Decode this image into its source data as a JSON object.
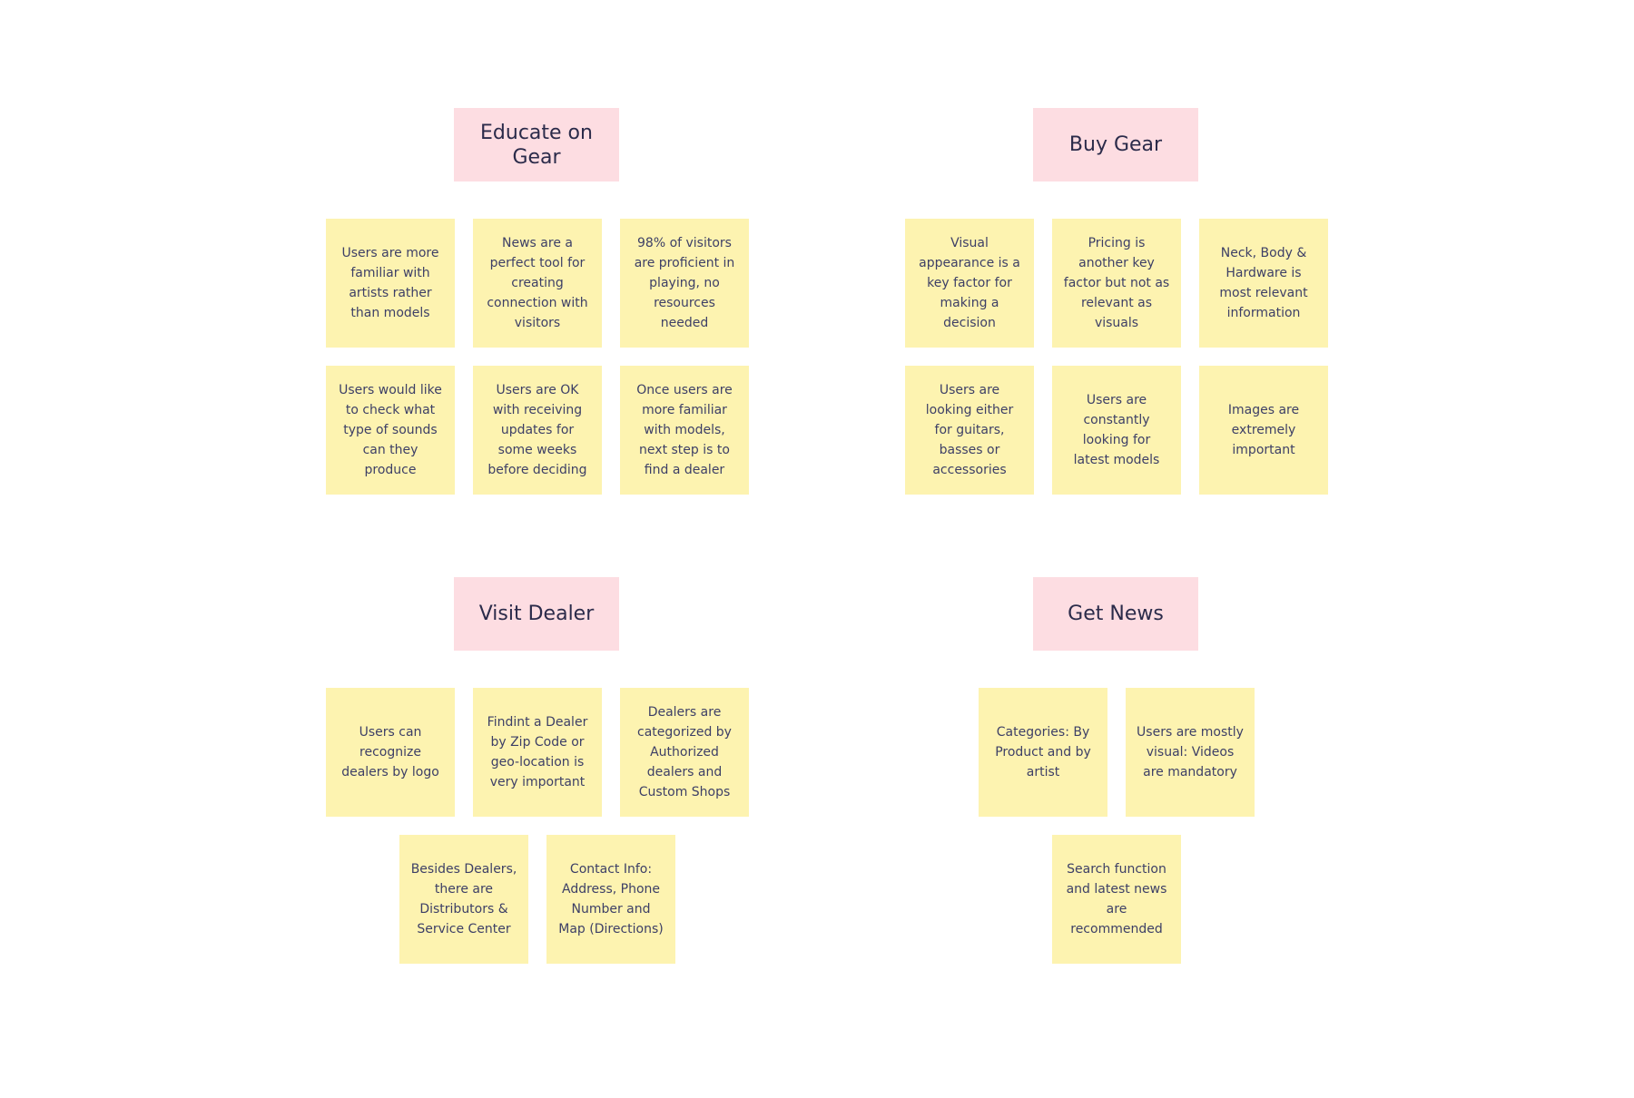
{
  "colors": {
    "background": "#ffffff",
    "header_note": "#fddde2",
    "sticky_note": "#fdf3b0",
    "header_text": "#2b2b4a",
    "note_text": "#3d3f66"
  },
  "clusters": {
    "educate": {
      "title": "Educate on Gear",
      "notes": [
        "Users are more familiar with artists rather than models",
        "News are a perfect tool for creating connection with visitors",
        "98% of visitors are proficient in playing, no resources needed",
        "Users would like to check what type of sounds can they produce",
        "Users are OK with receiving updates for some weeks before deciding",
        "Once users are more familiar with models, next step is to find a dealer"
      ]
    },
    "buy": {
      "title": "Buy Gear",
      "notes": [
        "Visual appearance is a key factor for making a decision",
        "Pricing is another key factor but not as relevant as visuals",
        "Neck, Body & Hardware is most relevant information",
        "Users are looking either for guitars, basses or accessories",
        "Users are constantly looking for latest models",
        "Images are extremely important"
      ]
    },
    "visit": {
      "title": "Visit Dealer",
      "notes": [
        "Users can recognize dealers by logo",
        "Findint a Dealer by Zip Code or geo-location is very important",
        "Dealers are categorized by Authorized dealers and Custom Shops",
        "Besides Dealers, there are Distributors & Service Center",
        "Contact Info: Address, Phone Number and Map (Directions)"
      ]
    },
    "news": {
      "title": "Get News",
      "notes": [
        "Categories: By Product and by artist",
        "Users are mostly visual: Videos are mandatory",
        "Search function and latest news are recommended"
      ]
    }
  }
}
